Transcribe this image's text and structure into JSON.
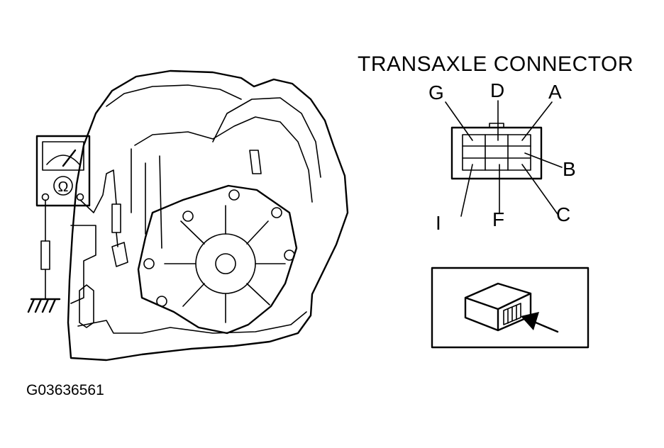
{
  "connector": {
    "title": "TRANSAXLE CONNECTOR",
    "pins": {
      "g": "G",
      "d": "D",
      "a": "A",
      "b": "B",
      "c": "C",
      "f": "F",
      "i": "I"
    }
  },
  "meter": {
    "scale_symbol": "Ω"
  },
  "figure_code": "G03636561"
}
